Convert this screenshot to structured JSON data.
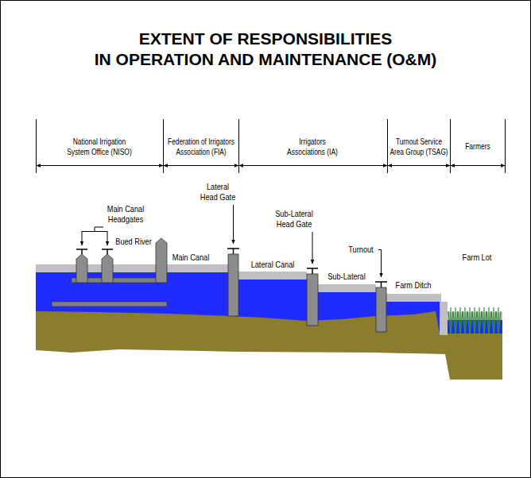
{
  "diagram": {
    "title": "EXTENT OF RESPONSIBILITIES IN OPERATION AND MAINTENANCE (O&M)",
    "labels": [
      "National Irrigation System Office (NISO)",
      "Federation of Irrigators Association (FIA)",
      "Irrigators Associations (IA)",
      "Turnout Service Area Group (TSAG)",
      "Farmers",
      "Main Canal Headgates",
      "Bued River",
      "Lateral Head Gate",
      "Main Canal",
      "Lateral Canal",
      "Sub-Lateral Head Gate",
      "Sub-Lateral",
      "Turnout",
      "Farm Ditch",
      "Farm Lot"
    ]
  }
}
